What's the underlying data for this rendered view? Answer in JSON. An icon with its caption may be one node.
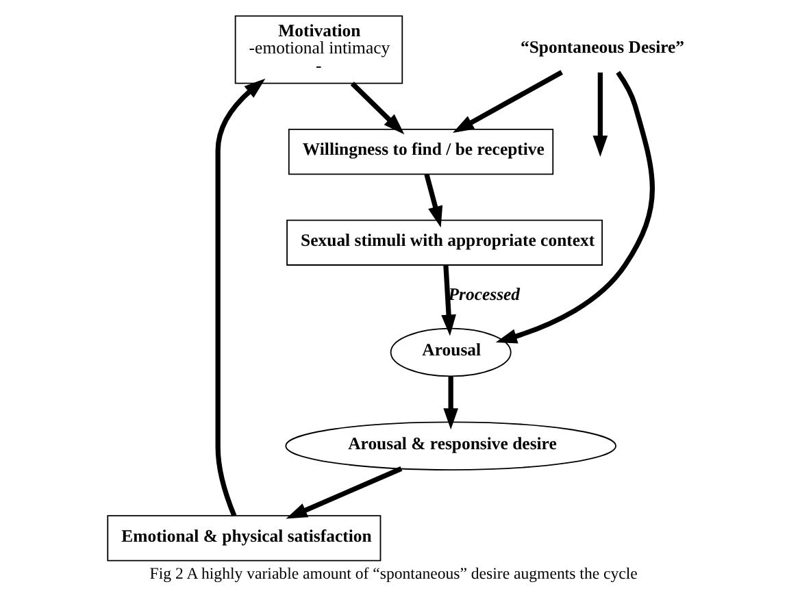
{
  "diagram": {
    "caption": "Fig 2 A highly variable amount of “spontaneous” desire augments the cycle",
    "nodes": [
      {
        "text": [
          "Motivation",
          "-emotional intimacy",
          "-"
        ]
      },
      {
        "text": [
          "Willingness to find / be receptive"
        ]
      },
      {
        "text": [
          "Emotional & physical satisfaction"
        ]
      },
      {
        "text": [
          "“Spontaneous Desire”"
        ]
      },
      {
        "text": [
          "Sexual stimuli with appropriate context"
        ]
      },
      {
        "text": [
          "Arousal & responsive desire"
        ]
      },
      {
        "text": [
          "Arousal"
        ]
      }
    ],
    "edges": [
      {
        "from": 2,
        "to": 0,
        "arrow": "to"
      },
      {
        "from": 0,
        "to": 1,
        "arrow": "to"
      },
      {
        "from": 1,
        "to": 4,
        "arrow": "to"
      },
      {
        "from": 3,
        "to": 1,
        "arrow": "to"
      },
      {
        "from": 3,
        "to": 6,
        "arrow": "to"
      },
      {
        "from": 3,
        "to": null,
        "arrow": "to"
      },
      {
        "from": 4,
        "to": 6,
        "label": "Processed",
        "arrow": "to"
      },
      {
        "from": 6,
        "to": 5,
        "arrow": "to"
      },
      {
        "from": 5,
        "to": 2,
        "arrow": "to"
      }
    ]
  }
}
